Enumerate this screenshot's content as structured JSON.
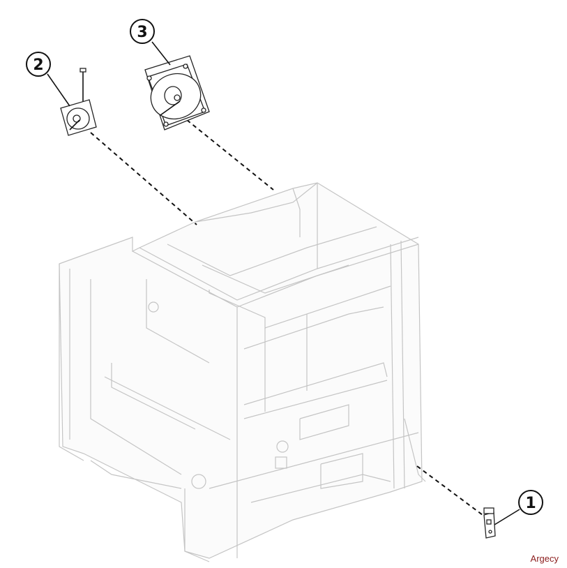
{
  "diagram": {
    "callouts": [
      {
        "id": "1",
        "label": "1"
      },
      {
        "id": "2",
        "label": "2"
      },
      {
        "id": "3",
        "label": "3"
      }
    ],
    "watermark": "Argecy",
    "colors": {
      "watermark": "#8b1c1c",
      "frame": "#c4c4c4",
      "ink": "#111111"
    }
  }
}
